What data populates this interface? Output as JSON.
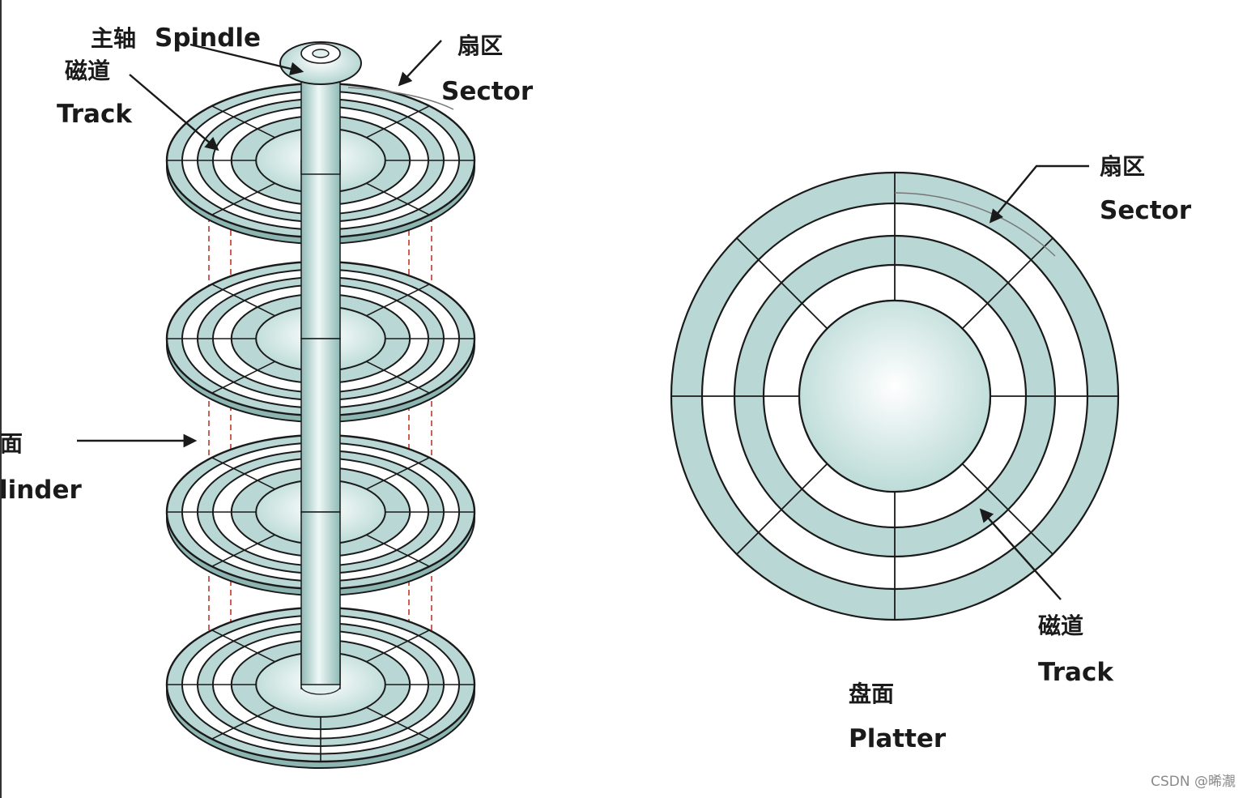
{
  "labels": {
    "spindle_cn": "主轴",
    "spindle_en": "Spindle",
    "track_cn_left": "磁道",
    "track_en_left": "Track",
    "sector_cn_left": "扇区",
    "sector_en_left": "Sector",
    "cylinder_cn": "柱面",
    "cylinder_en": "Cylinder",
    "sector_cn_right": "扇区",
    "sector_en_right": "Sector",
    "track_cn_right": "磁道",
    "track_en_right": "Track",
    "platter_cn": "盘面",
    "platter_en": "Platter"
  },
  "watermark": "CSDN @晞㵾",
  "colors": {
    "platter_fill": "#b9d7d4",
    "platter_light": "#ffffff",
    "outline": "#1a1a1a",
    "cylinder_dash": "#c0392b"
  }
}
